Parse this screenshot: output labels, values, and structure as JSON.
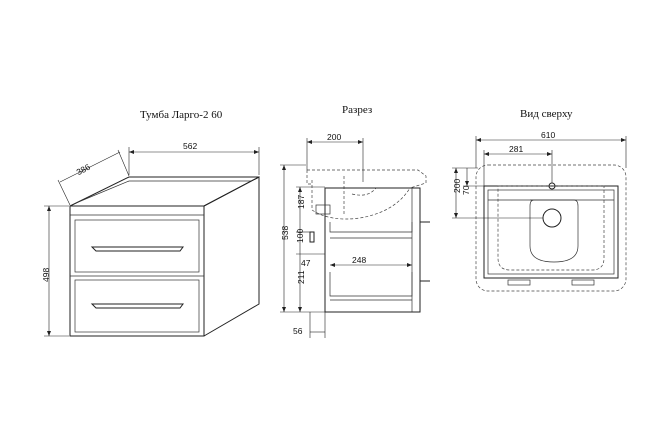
{
  "titles": {
    "main": "Тумба Ларго-2  60",
    "section": "Разрез",
    "top_view": "Вид сверху"
  },
  "dims": {
    "iso_width": "562",
    "iso_depth": "386",
    "iso_height": "498",
    "sec_200": "200",
    "sec_187": "187",
    "sec_100": "100",
    "sec_538": "538",
    "sec_47": "47",
    "sec_248": "248",
    "sec_211": "211",
    "sec_56": "56",
    "top_610": "610",
    "top_281": "281",
    "top_200": "200",
    "top_70": "70"
  }
}
